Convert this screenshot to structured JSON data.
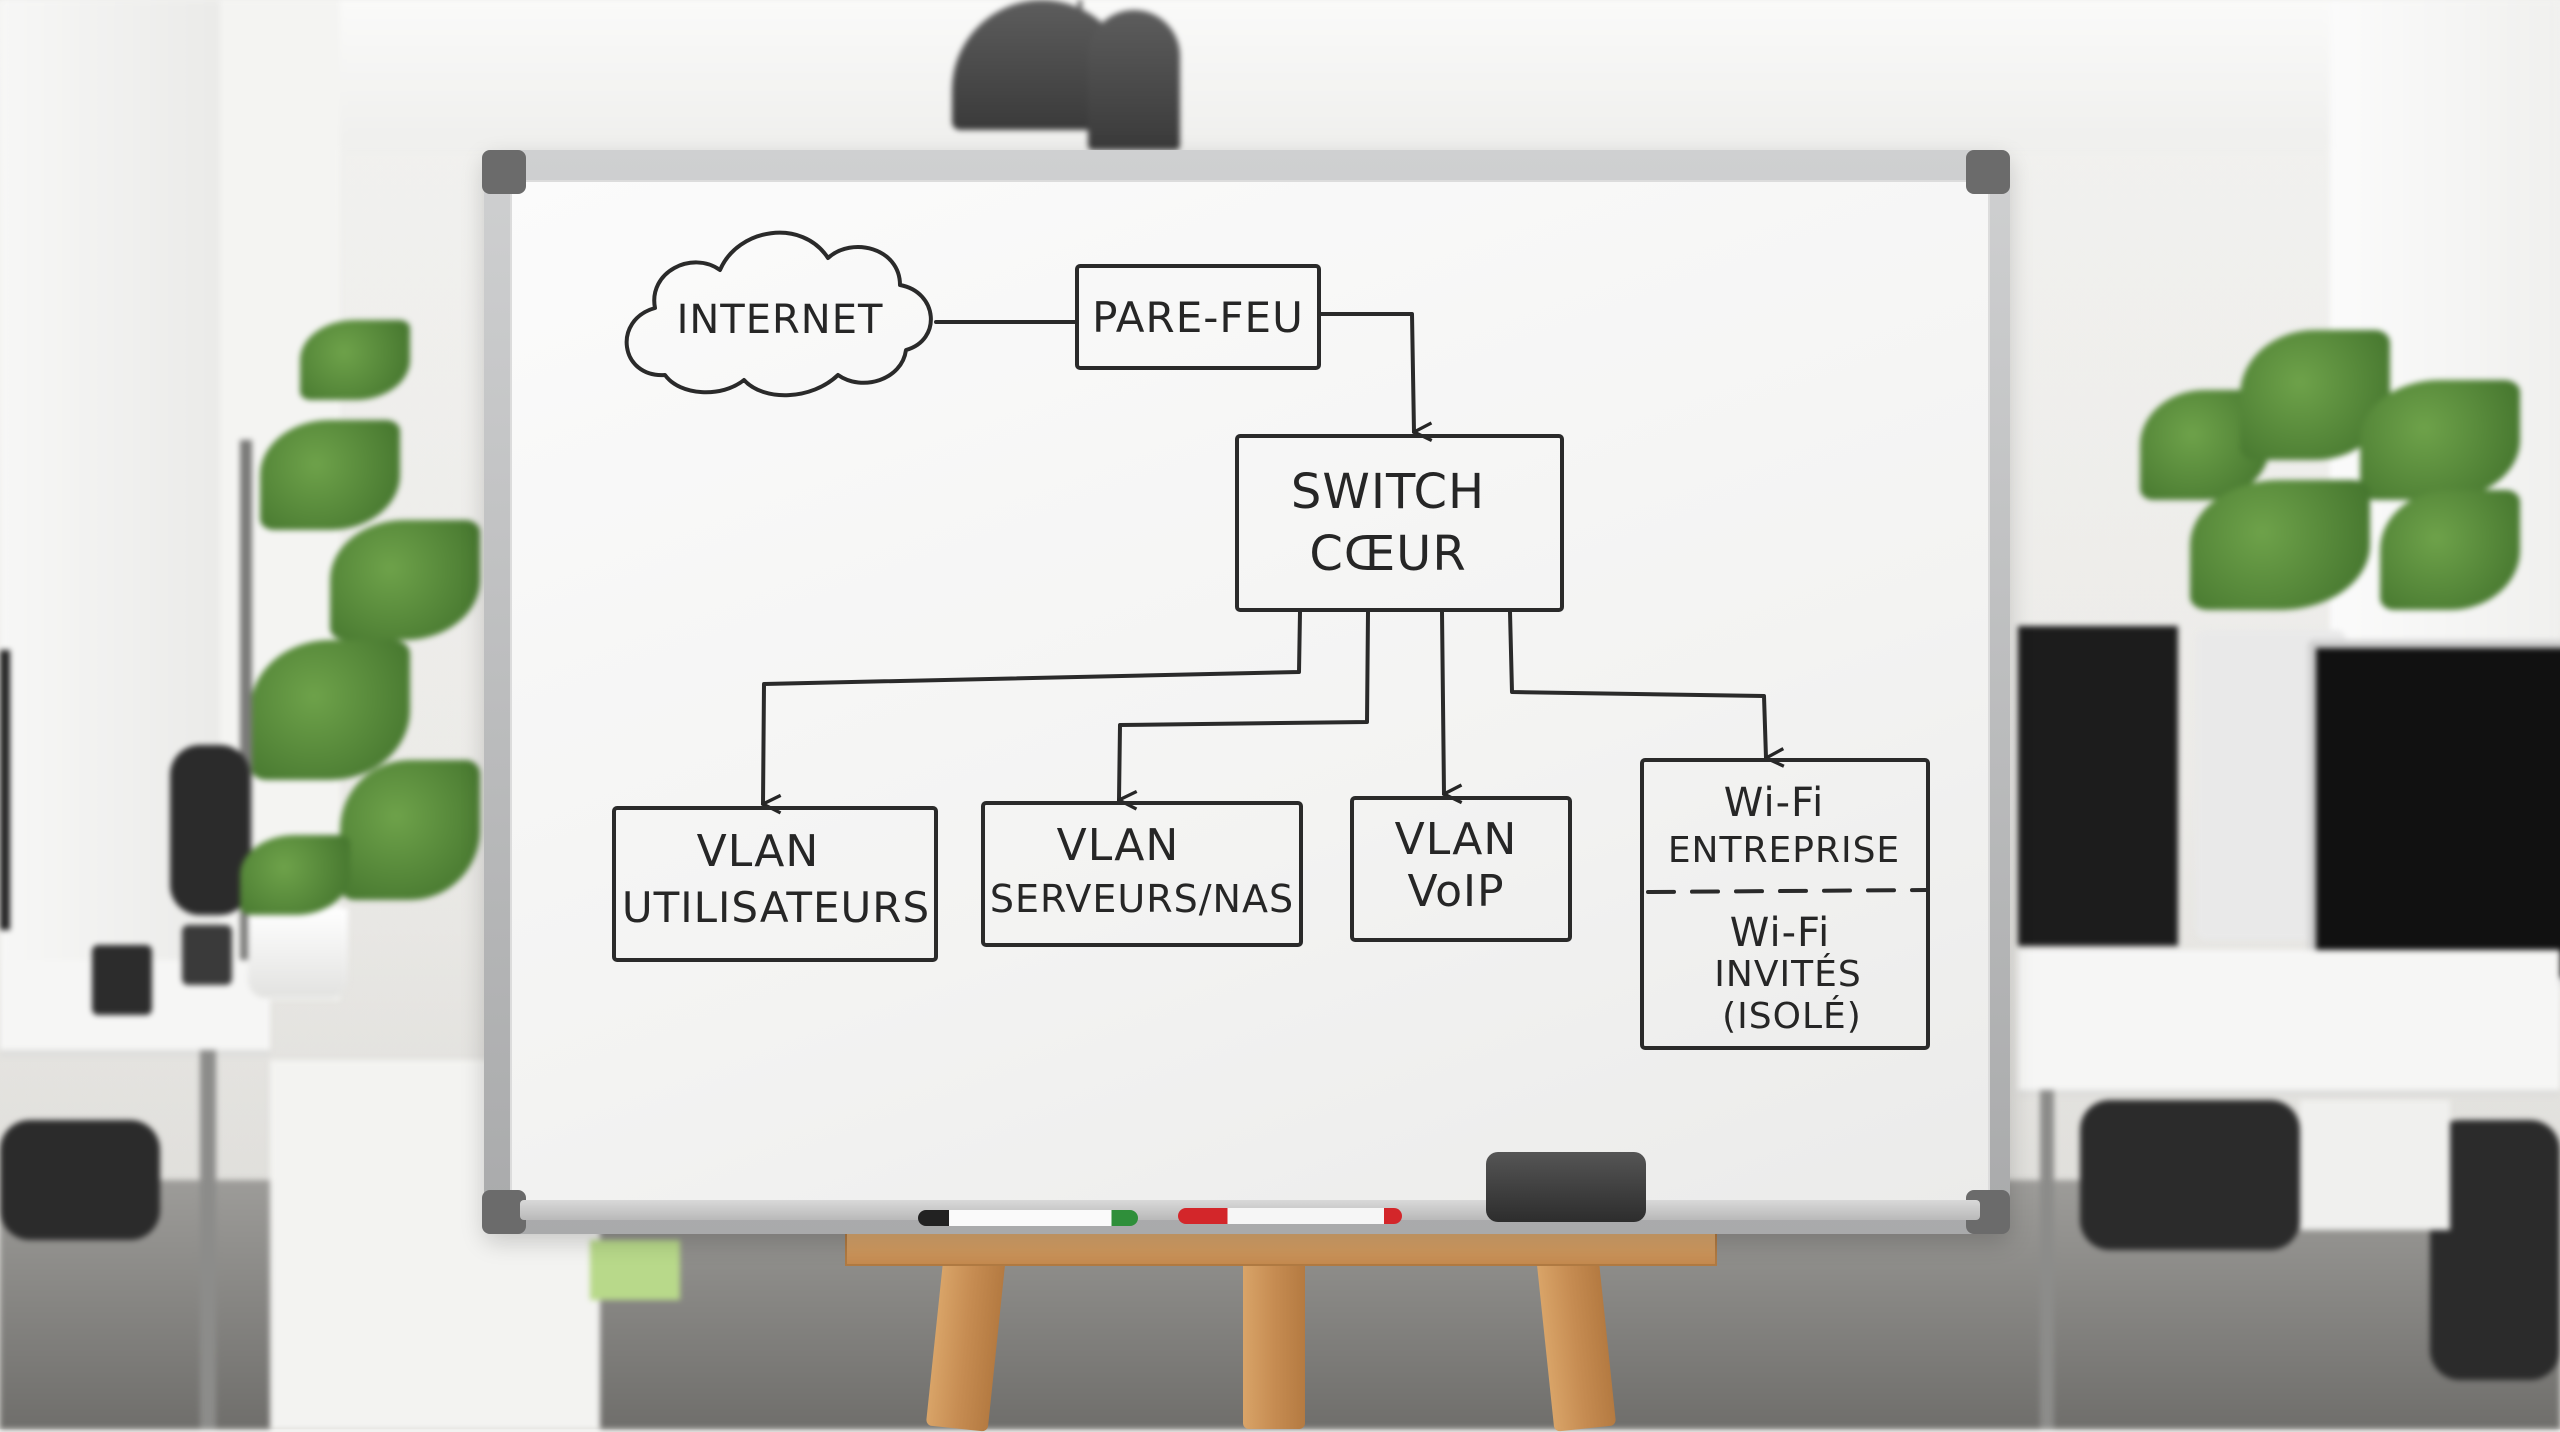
{
  "diagram": {
    "nodes": {
      "internet": {
        "lines": [
          "INTERNET"
        ]
      },
      "firewall": {
        "lines": [
          "PARE-FEU"
        ]
      },
      "core_switch": {
        "lines": [
          "SWITCH",
          "CŒUR"
        ]
      },
      "vlan_users": {
        "lines": [
          "VLAN",
          "UTILISATEURS"
        ]
      },
      "vlan_servers": {
        "lines": [
          "VLAN",
          "SERVEURS/NAS"
        ]
      },
      "vlan_voip": {
        "lines": [
          "VLAN",
          "VoIP"
        ]
      },
      "wifi_enterprise": {
        "lines": [
          "Wi-Fi",
          "ENTREPRISE"
        ]
      },
      "wifi_guests": {
        "lines": [
          "Wi-Fi",
          "INVITÉS",
          "(ISOLÉ)"
        ]
      }
    }
  },
  "colors": {
    "ink": "#262626",
    "board": "#f6f6f5",
    "frame": "#b9babb",
    "easel_wood": "#c98f55",
    "red_marker": "#d3262a",
    "green_marker": "#2f8f3a"
  }
}
